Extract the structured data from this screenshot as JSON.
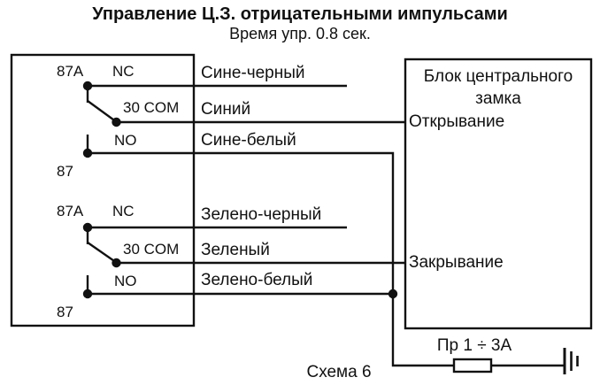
{
  "colors": {
    "ink": "#111111",
    "background": "#ffffff"
  },
  "header": {
    "title": "Управление Ц.З. отрицательными импульсами",
    "subtitle": "Время упр. 0.8 сек."
  },
  "relay_box": {
    "relays": [
      {
        "pin_87a": "87A",
        "pin_nc": "NC",
        "pin_com": "30 COM",
        "pin_no": "NO",
        "pin_87": "87"
      },
      {
        "pin_87a": "87A",
        "pin_nc": "NC",
        "pin_com": "30 COM",
        "pin_no": "NO",
        "pin_87": "87"
      }
    ]
  },
  "wires": {
    "blue_black": "Сине-черный",
    "blue": "Синий",
    "blue_white": "Сине-белый",
    "green_black": "Зелено-черный",
    "green": "Зеленый",
    "green_white": "Зелено-белый"
  },
  "central_lock": {
    "title_line1": "Блок центрального",
    "title_line2": "замка",
    "open_label": "Открывание",
    "close_label": "Закрывание"
  },
  "fuse": {
    "label": "Пр 1 ÷ 3А"
  },
  "caption": "Схема 6"
}
